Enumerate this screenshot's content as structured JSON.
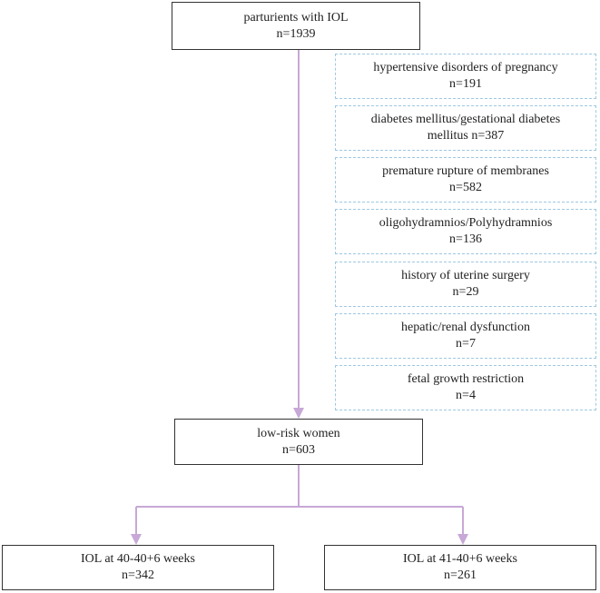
{
  "top": {
    "line1": "parturients with IOL",
    "line2": "n=1939"
  },
  "exclusions": [
    {
      "line1": "hypertensive disorders of pregnancy",
      "line2": "n=191"
    },
    {
      "line1": "diabetes mellitus/gestational diabetes",
      "line2": "mellitus  n=387"
    },
    {
      "line1": "premature rupture of membranes",
      "line2": "n=582"
    },
    {
      "line1": "oligohydramnios/Polyhydramnios",
      "line2": "n=136"
    },
    {
      "line1": "history of uterine surgery",
      "line2": "n=29"
    },
    {
      "line1": "hepatic/renal dysfunction",
      "line2": "n=7"
    },
    {
      "line1": "fetal growth restriction",
      "line2": "n=4"
    }
  ],
  "middle": {
    "line1": "low-risk women",
    "line2": "n=603"
  },
  "bottom_left": {
    "line1": "IOL at 40-40+6 weeks",
    "line2": "n=342"
  },
  "bottom_right": {
    "line1": "IOL at 41-40+6 weeks",
    "line2": "n=261"
  },
  "colors": {
    "arrow": "#c7a8d6",
    "solid_border": "#333333",
    "dashed_border": "#9ec8e3"
  }
}
